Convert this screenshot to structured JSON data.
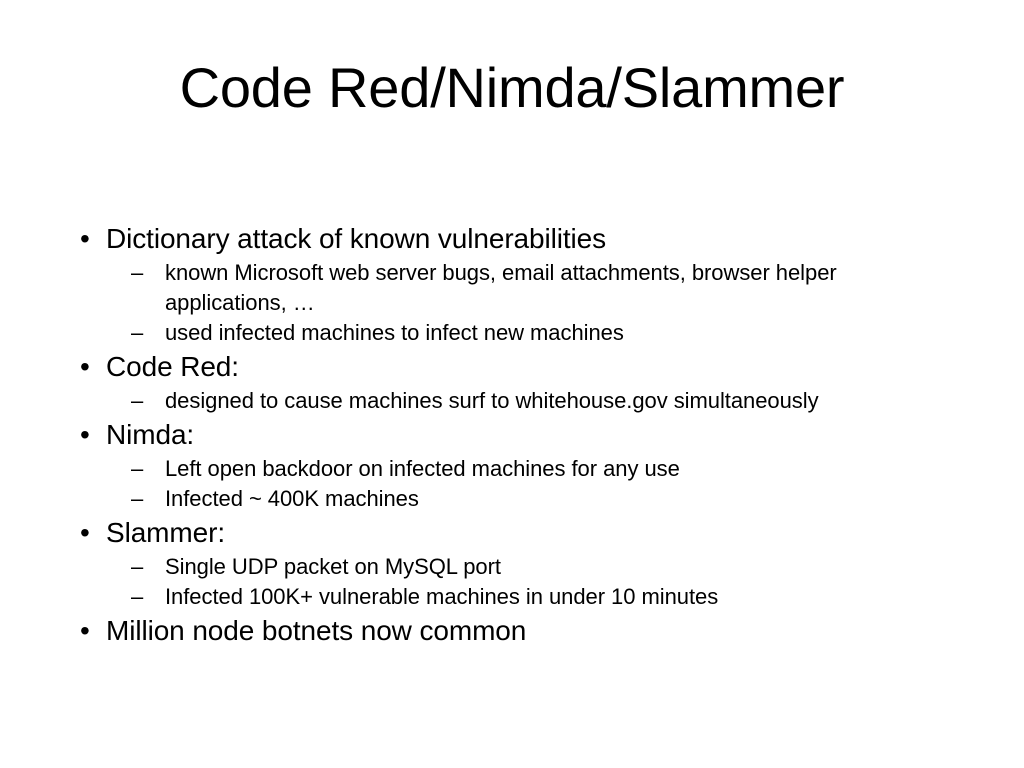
{
  "slide": {
    "title": "Code Red/Nimda/Slammer",
    "background_color": "#ffffff",
    "text_color": "#000000",
    "markers": {
      "level1": "•",
      "level2": "–"
    },
    "bullets": [
      {
        "level": 1,
        "text": "Dictionary attack of known vulnerabilities"
      },
      {
        "level": 2,
        "text": "known Microsoft web server bugs, email attachments, browser helper applications, …"
      },
      {
        "level": 2,
        "text": "used infected machines to infect new machines"
      },
      {
        "level": 1,
        "text": "Code Red:"
      },
      {
        "level": 2,
        "text": "designed to cause machines surf to whitehouse.gov simultaneously"
      },
      {
        "level": 1,
        "text": "Nimda:"
      },
      {
        "level": 2,
        "text": "Left open backdoor on infected machines for any use"
      },
      {
        "level": 2,
        "text": "Infected ~ 400K machines"
      },
      {
        "level": 1,
        "text": "Slammer:"
      },
      {
        "level": 2,
        "text": "Single UDP packet on MySQL port"
      },
      {
        "level": 2,
        "text": "Infected 100K+ vulnerable machines in under 10 minutes"
      },
      {
        "level": 1,
        "text": "Million node botnets now common"
      }
    ]
  }
}
